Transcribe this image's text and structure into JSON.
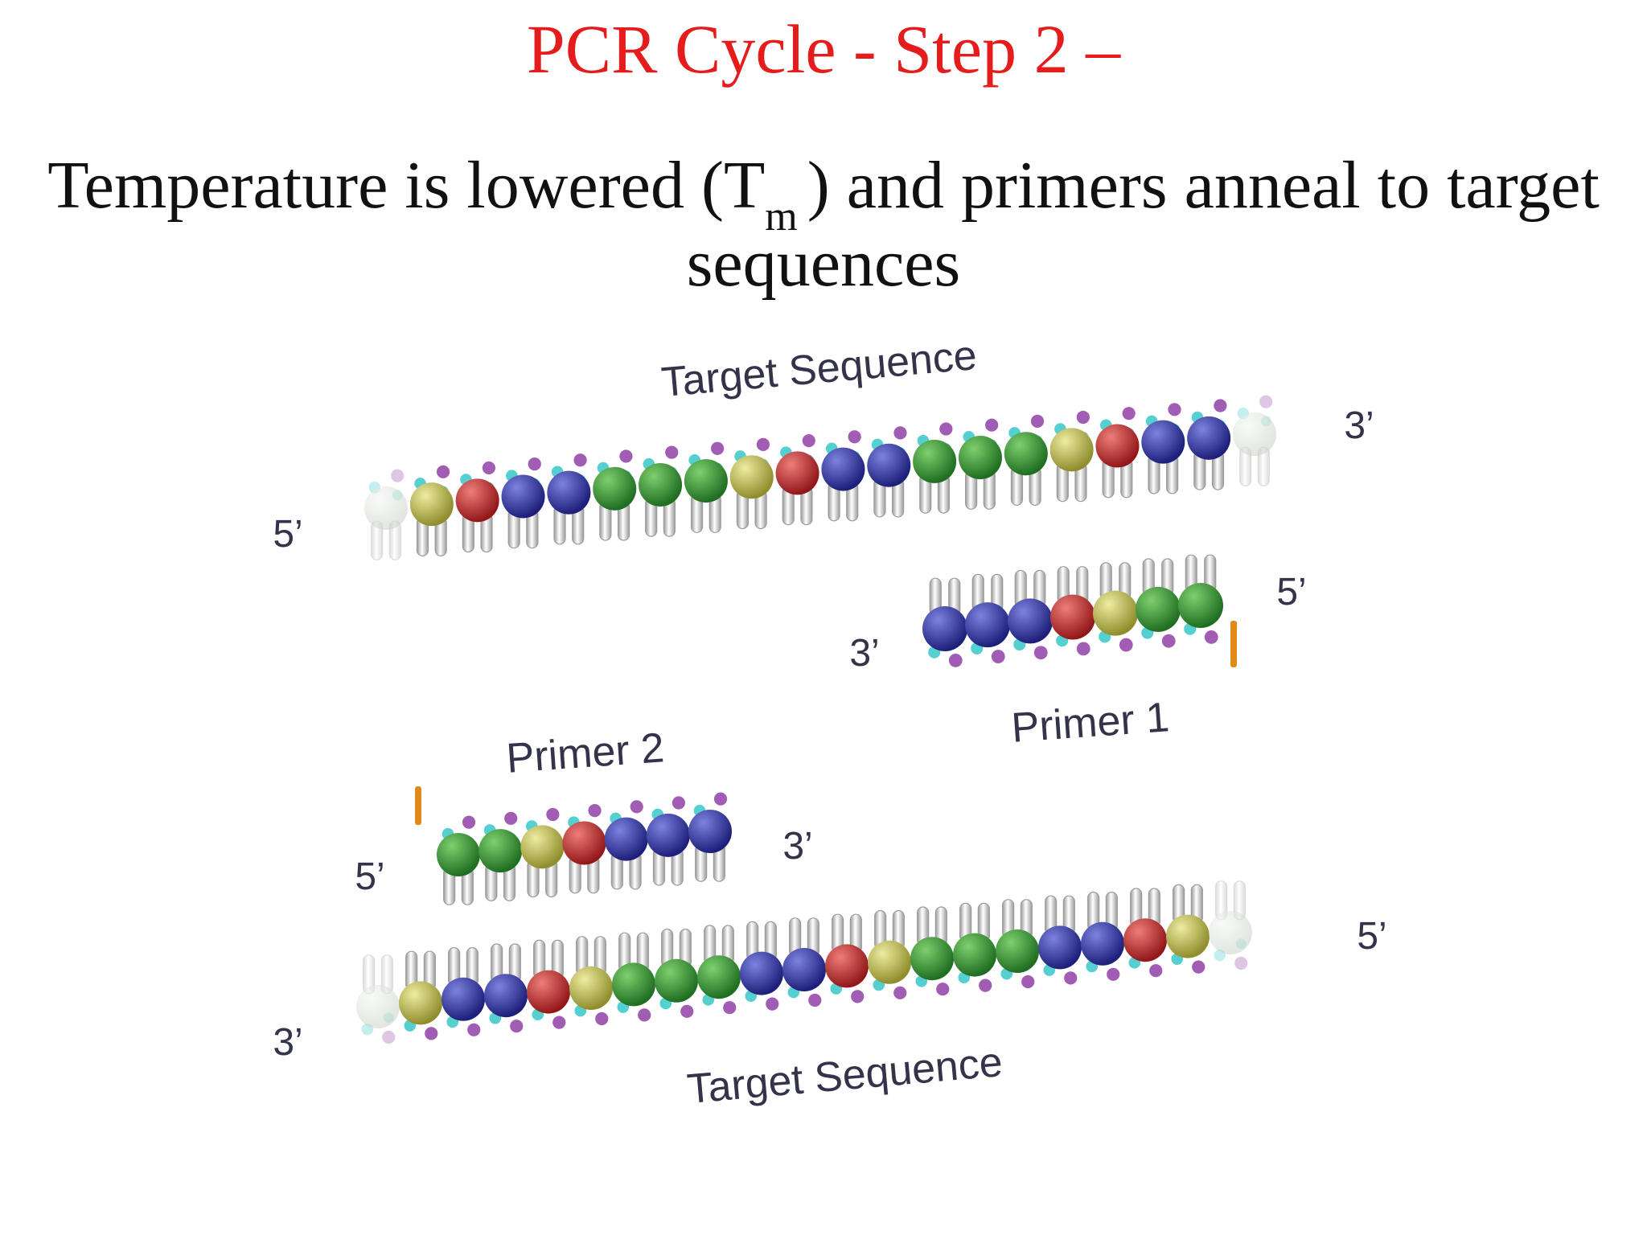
{
  "title": "PCR Cycle - Step 2 –",
  "subtitle": {
    "part1": "Temperature is lowered (T",
    "subscript": "m",
    "part2": ") and primers anneal to target",
    "line2": "sequences"
  },
  "labels": {
    "target_top": "Target Sequence",
    "target_bottom": "Target Sequence",
    "primer1": "Primer 1",
    "primer2": "Primer 2",
    "top_left_end": "5’",
    "top_right_end": "3’",
    "primer1_left_end": "3’",
    "primer1_right_end": "5’",
    "primer2_left_end": "5’",
    "primer2_right_end": "3’",
    "bottom_left_end": "3’",
    "bottom_right_end": "5’"
  },
  "colors": {
    "title": "#e41c1c",
    "label_text": "#33334a",
    "base_green": "#2e8b2e",
    "base_blue": "#2c2f9a",
    "base_red": "#c0282a",
    "base_yellow": "#c4c24a",
    "backbone_purple": "#a15cb3",
    "backbone_cyan": "#56cfd0",
    "primer_tag": "#e08a1c"
  },
  "strands": {
    "top_target": [
      "faded",
      "yellow",
      "red",
      "blue",
      "blue",
      "green",
      "green",
      "green",
      "yellow",
      "red",
      "blue",
      "blue",
      "green",
      "green",
      "green",
      "yellow",
      "red",
      "blue",
      "blue",
      "faded"
    ],
    "primer1": [
      "blue",
      "blue",
      "blue",
      "red",
      "yellow",
      "green",
      "green"
    ],
    "primer2": [
      "green",
      "green",
      "yellow",
      "red",
      "blue",
      "blue",
      "blue"
    ],
    "bottom_target": [
      "faded",
      "yellow",
      "blue",
      "blue",
      "red",
      "yellow",
      "green",
      "green",
      "green",
      "blue",
      "blue",
      "red",
      "yellow",
      "green",
      "green",
      "green",
      "blue",
      "blue",
      "red",
      "yellow",
      "faded"
    ]
  }
}
